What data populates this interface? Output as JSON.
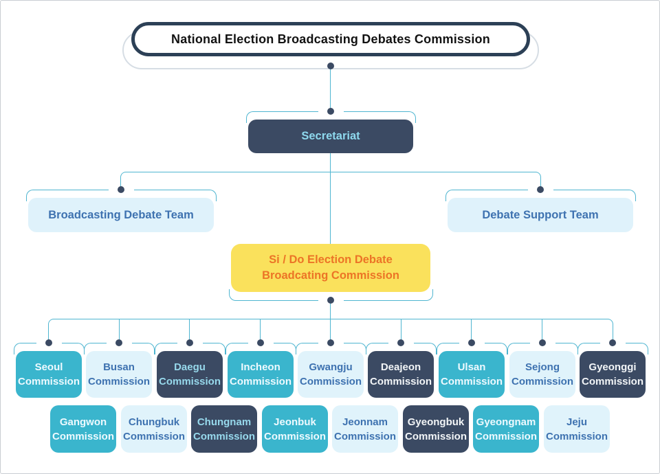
{
  "root": {
    "title": "National Election Broadcasting Debates Commission"
  },
  "secretariat": {
    "label": "Secretariat"
  },
  "teams": {
    "left": {
      "label": "Broadcasting Debate Team"
    },
    "right": {
      "label": "Debate Support Team"
    }
  },
  "sido": {
    "line1": "Si / Do Election Debate",
    "line2": "Broadcating Commission"
  },
  "commissions": {
    "row1": [
      {
        "label": "Seoul Commission",
        "variant": "teal"
      },
      {
        "label": "Busan Commission",
        "variant": "light"
      },
      {
        "label": "Daegu Commission",
        "variant": "dark-cyan"
      },
      {
        "label": "Incheon Commission",
        "variant": "teal"
      },
      {
        "label": "Gwangju Commission",
        "variant": "light"
      },
      {
        "label": "Deajeon Commission",
        "variant": "dark"
      },
      {
        "label": "Ulsan Commission",
        "variant": "teal"
      },
      {
        "label": "Sejong Commission",
        "variant": "light"
      },
      {
        "label": "Gyeonggi Commission",
        "variant": "dark"
      }
    ],
    "row2": [
      {
        "label": "Gangwon Commission",
        "variant": "teal"
      },
      {
        "label": "Chungbuk Commission",
        "variant": "light"
      },
      {
        "label": "Chungnam Commission",
        "variant": "dark-cyan"
      },
      {
        "label": "Jeonbuk Commission",
        "variant": "teal"
      },
      {
        "label": "Jeonnam Commission",
        "variant": "light"
      },
      {
        "label": "Gyeongbuk Commission",
        "variant": "dark"
      },
      {
        "label": "Gyeongnam Commission",
        "variant": "teal"
      },
      {
        "label": "Jeju Commission",
        "variant": "light"
      }
    ]
  },
  "colors": {
    "pill_border": "#2c4056",
    "navy_box": "#3b4a63",
    "teal_box": "#3ab5cd",
    "light_blue_box": "#e0f3fb",
    "yellow_box": "#fae15c",
    "orange_text": "#ec7426",
    "steel_blue_text": "#3e72b0",
    "light_cyan_text": "#8ed9ee",
    "near_white_text": "#f2f5f7",
    "connector": "#4eb5d0",
    "dot": "#3b4a63",
    "title_text": "#121212"
  }
}
